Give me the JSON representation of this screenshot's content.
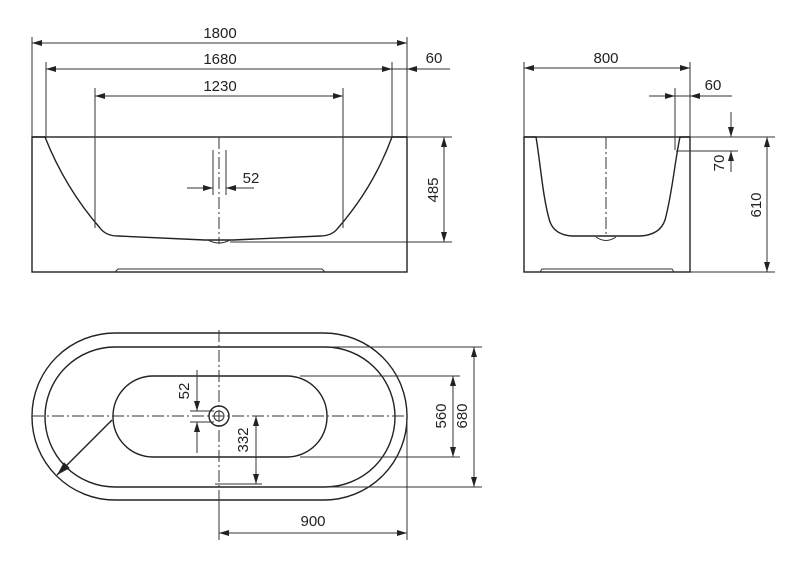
{
  "drawing": {
    "front_view": {
      "overall_length": "1800",
      "rim_inner_length": "1680",
      "rim_width": "60",
      "bottom_length": "1230",
      "drain_diameter": "52",
      "inner_depth": "485"
    },
    "side_view": {
      "overall_width": "800",
      "rim_width": "60",
      "rim_drop": "70",
      "overall_height": "610"
    },
    "plan_view": {
      "drain_diameter": "52",
      "drain_offset": "332",
      "bottom_width": "560",
      "inner_width": "680",
      "half_length": "900"
    }
  }
}
